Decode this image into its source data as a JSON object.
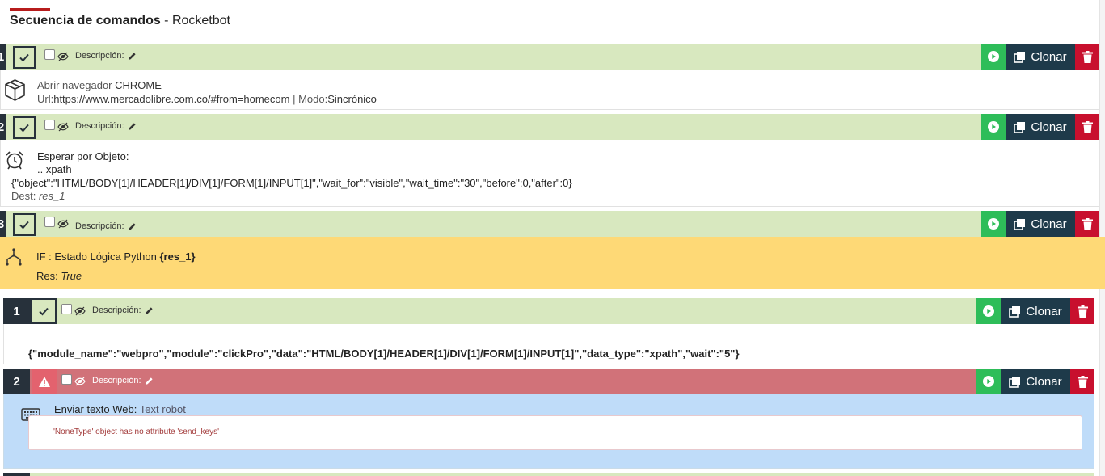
{
  "header": {
    "title_bold": "Secuencia de comandos",
    "title_sep": " - ",
    "title_app": "Rocketbot"
  },
  "common": {
    "desc_label": "Descripción:",
    "clone_label": "Clonar"
  },
  "commands": [
    {
      "index": "1",
      "line1_label": "Abrir navegador ",
      "line1_value": "CHROME",
      "line2_url_label": "Url:",
      "line2_url_value": "https://www.mercadolibre.com.co/#from=homecom",
      "line2_sep": " | ",
      "line2_mode_label": "Modo:",
      "line2_mode_value": "Sincrónico"
    },
    {
      "index": "2",
      "line1_label": "Esperar por Objeto:",
      "line2_value": ".. xpath",
      "line3_value": "{\"object\":\"HTML/BODY[1]/HEADER[1]/DIV[1]/FORM[1]/INPUT[1]\",\"wait_for\":\"visible\",\"wait_time\":\"30\",\"before\":0,\"after\":0}",
      "line4_label": "Dest: ",
      "line4_value": "res_1"
    },
    {
      "index": "3",
      "line1_label": "IF : Estado Lógica Python ",
      "line1_value": "{res_1}",
      "line2_label": "Res: ",
      "line2_value": "True"
    },
    {
      "index": "1",
      "line1_value": "{\"module_name\":\"webpro\",\"module\":\"clickPro\",\"data\":\"HTML/BODY[1]/HEADER[1]/DIV[1]/FORM[1]/INPUT[1]\",\"data_type\":\"xpath\",\"wait\":\"5\"}"
    },
    {
      "index": "2",
      "line1_label": "Enviar texto Web: ",
      "line1_value": "Text robot",
      "error_text": "'NoneType' object has no attribute 'send_keys'"
    }
  ],
  "icons": {
    "check": "check-icon",
    "eye": "eye-slash-icon",
    "pencil": "pencil-icon",
    "play": "play-icon",
    "clone": "clone-icon",
    "trash": "trash-icon",
    "warning": "warning-icon",
    "box": "package-icon",
    "clock": "alarm-clock-icon",
    "branch": "branch-icon",
    "keyboard": "keyboard-icon"
  },
  "colors": {
    "header_ok": "#d8e8bf",
    "header_error": "#d17279",
    "if_body": "#fed976",
    "send_body": "#bfdcf9",
    "play": "#2ebd59",
    "clone": "#1e3a4a",
    "delete": "#c8102e",
    "index": "#27313b"
  }
}
